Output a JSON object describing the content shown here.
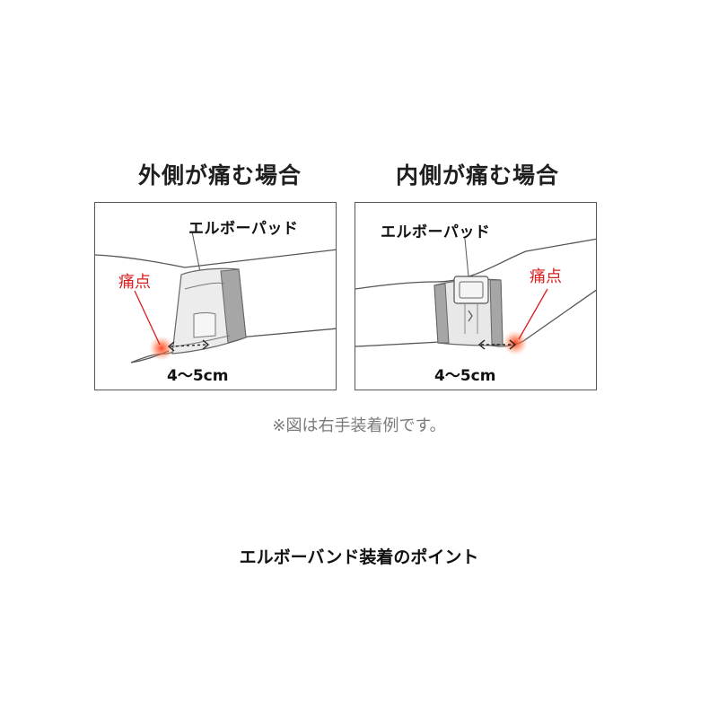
{
  "left": {
    "title": "外側が痛む場合",
    "pad_label": "エルボーパッド",
    "pain_label": "痛点",
    "distance_label": "4～5cm"
  },
  "right": {
    "title": "内側が痛む場合",
    "pad_label": "エルボーパッド",
    "pain_label": "痛点",
    "distance_label": "4～5cm"
  },
  "note": "※図は右手装着例です。",
  "caption": "エルボーバンド装着のポイント",
  "colors": {
    "pain": "#d81e1e",
    "band": "#9a9a9a",
    "outline": "#555555"
  }
}
